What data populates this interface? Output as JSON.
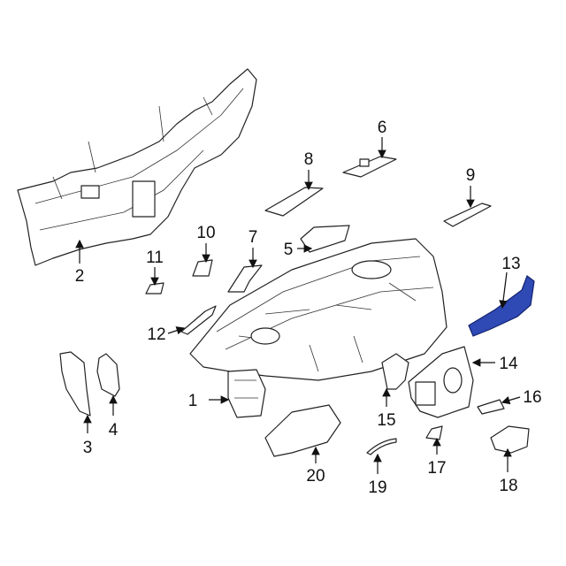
{
  "diagram": {
    "highlight_color": "#2f49b5",
    "callouts": [
      "1",
      "2",
      "3",
      "4",
      "5",
      "6",
      "7",
      "8",
      "9",
      "10",
      "11",
      "12",
      "13",
      "14",
      "15",
      "16",
      "17",
      "18",
      "19",
      "20"
    ],
    "highlighted_callout": "13"
  }
}
